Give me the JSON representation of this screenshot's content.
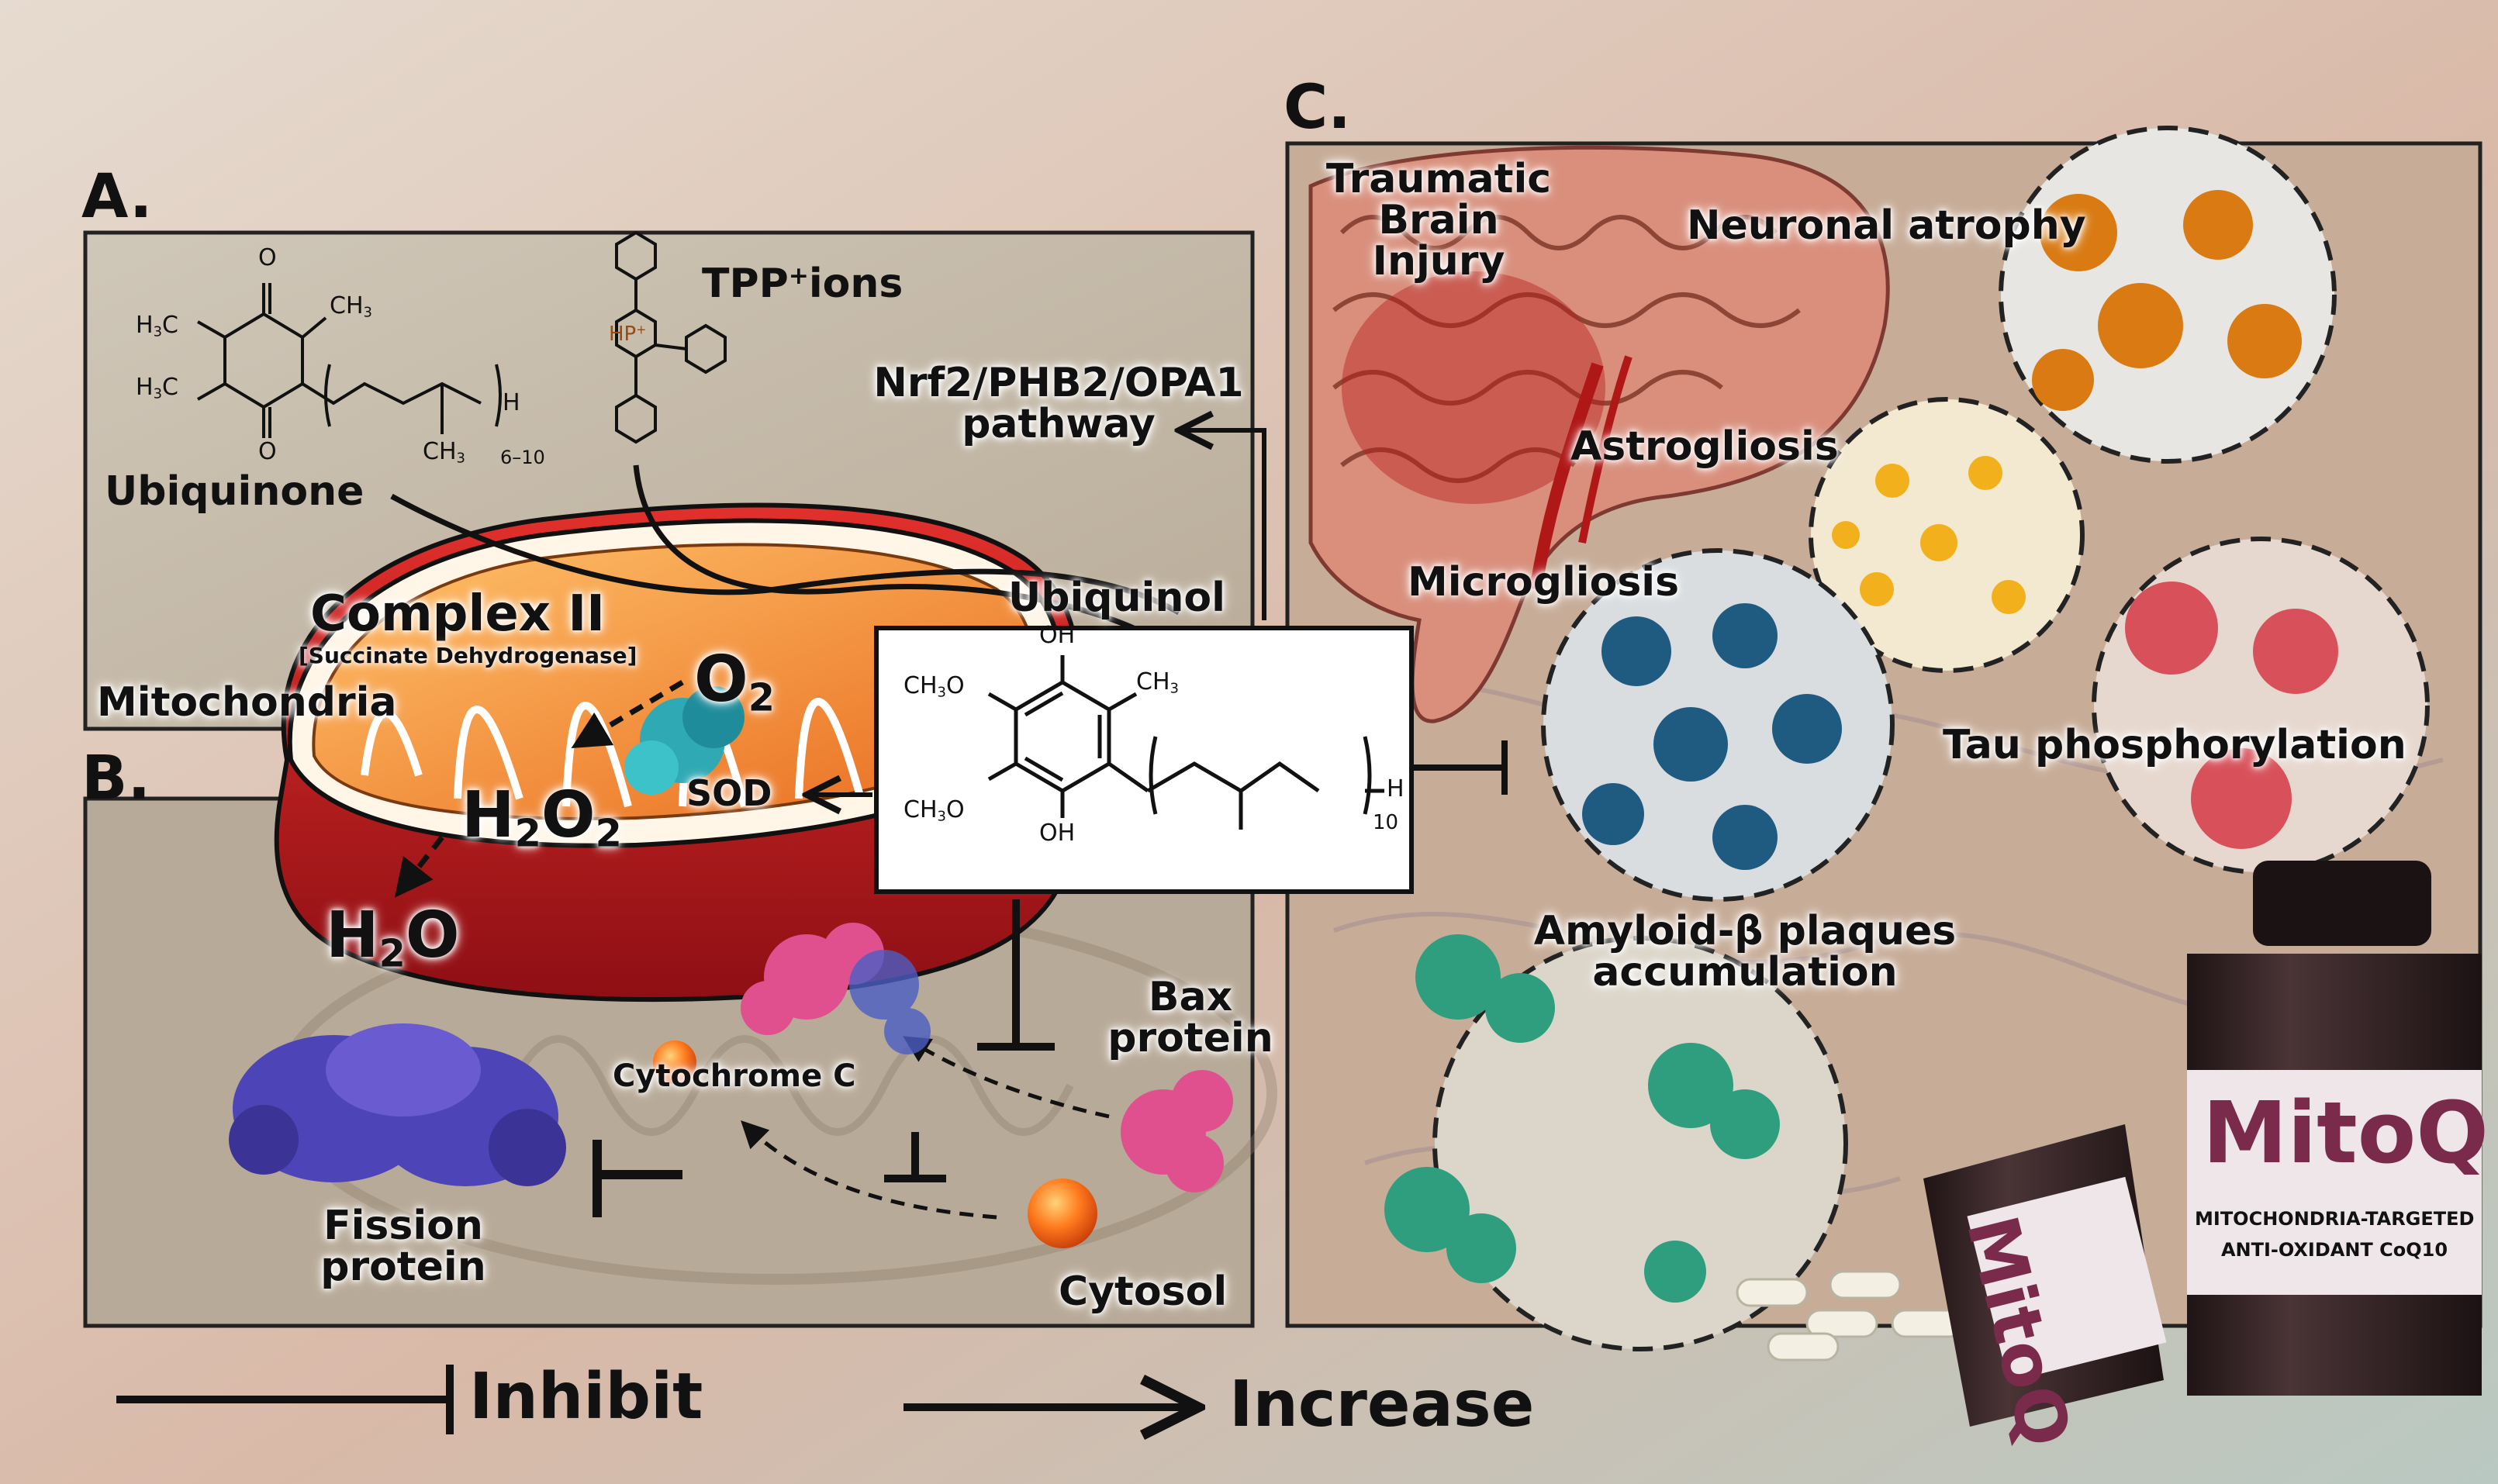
{
  "panels": {
    "a": "A.",
    "b": "B.",
    "c": "C."
  },
  "panel_a": {
    "ubiquinone": "Ubiquinone",
    "tpp": "TPP",
    "tpp_sup": "+",
    "tpp_suffix": "ions",
    "complex": "Complex II",
    "complex_sub": "[Succinate Dehydrogenase]",
    "mitochondria": "Mitochondria",
    "ubiquinol": "Ubiquinol",
    "pathway_line1": "Nrf2/PHB2/OPA1",
    "pathway_line2": "pathway"
  },
  "ros": {
    "o2": "O",
    "o2_sub": "2",
    "h2o2_a": "H",
    "h2o2_b": "O",
    "sub2": "2",
    "h2o_a": "H",
    "h2o_b": "O",
    "sod": "SOD"
  },
  "panel_b": {
    "bax_line1": "Bax",
    "bax_line2": "protein",
    "cytochrome": "Cytochrome C",
    "fission_line1": "Fission",
    "fission_line2": "protein",
    "cytosol": "Cytosol"
  },
  "panel_c": {
    "tbi_line1": "Traumatic",
    "tbi_line2": "Brain",
    "tbi_line3": "Injury",
    "neuronal": "Neuronal atrophy",
    "astro": "Astrogliosis",
    "micro": "Microgliosis",
    "tau": "Tau phosphorylation",
    "amyloid_line1": "Amyloid-β plaques",
    "amyloid_line2": "accumulation"
  },
  "chem": {
    "ch3": "CH",
    "three": "3",
    "h3c": "H",
    "c": "C",
    "o": "O",
    "oh": "OH",
    "h": "H",
    "ten": "10",
    "range": "6–10",
    "hp": "HP",
    "plus": "+"
  },
  "bottle": {
    "brand": "MitoQ",
    "tag1": "MITOCHONDRIA-TARGETED",
    "tag2": "ANTI-OXIDANT CoQ10",
    "side": "MitoQ"
  },
  "legend": {
    "inhibit": "Inhibit",
    "increase": "Increase"
  },
  "colors": {
    "mito_outer": "#c0171c",
    "mito_inner": "#f08a2a",
    "microglia": "#1f5a80",
    "astrocyte": "#f2b01c",
    "neuron": "#d97a12",
    "tau": "#d8505a",
    "amyloid": "#2f9e7e",
    "bottle": "#3a2a2c",
    "bottle_label": "#7a2a4a"
  }
}
